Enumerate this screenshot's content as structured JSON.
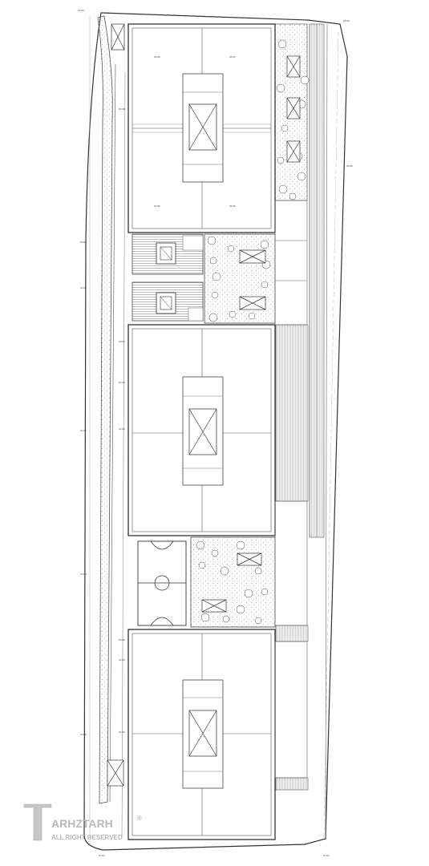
{
  "plan": {
    "top_left_level": "±0.00",
    "top_right_level": "±0.00",
    "right_mid_level": "±0.00",
    "left_levels": [
      "±0.00",
      "±0.00",
      "±0.00",
      "±0.00",
      "±0.00"
    ],
    "walkway_levels": [
      "±0.00",
      "±0.00",
      "±0.00",
      "±0.00",
      "±0.00",
      "±0.00",
      "±0.00"
    ],
    "room_levels": [
      "±0.00",
      "±0.00",
      "±0.00",
      "±0.00"
    ],
    "bottom_levels": [
      "±0.00",
      "±0.00"
    ]
  },
  "watermark": {
    "brand": "ARHZTARH",
    "tagline": "ALL RIGHT RESERVED",
    "registered": "®"
  },
  "colors": {
    "line": "#444444",
    "light_line": "#9a9a9a",
    "hatch": "#bdbdbd",
    "paving": "#e9e9e9"
  }
}
